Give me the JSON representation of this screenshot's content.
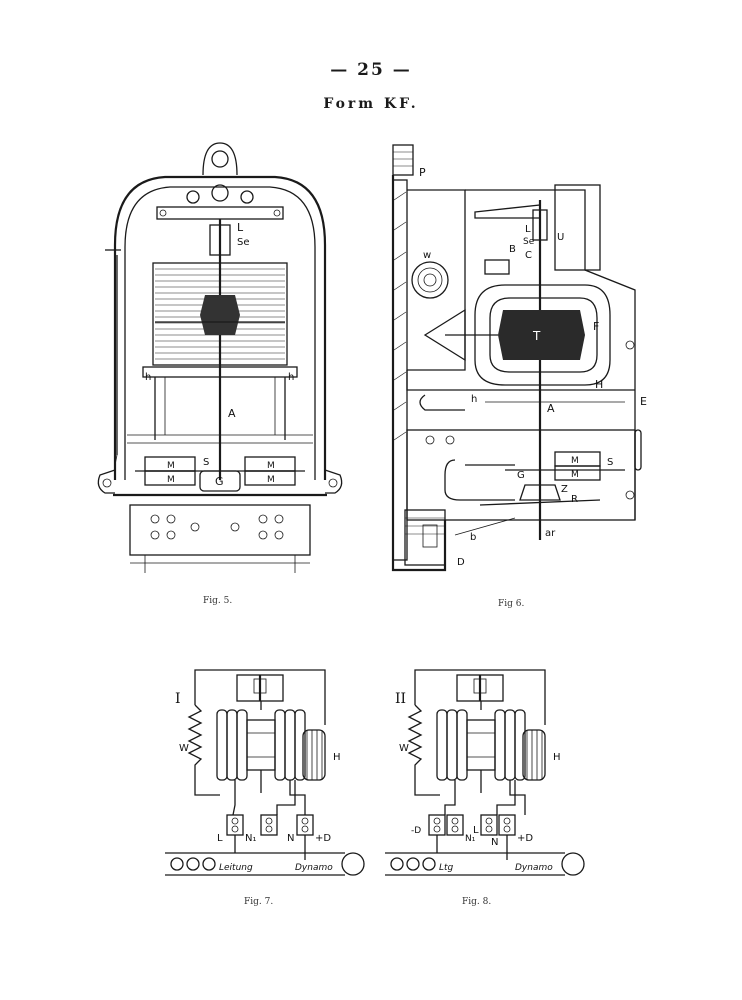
{
  "header": {
    "page_number": "— 25 —",
    "title": "Form KF."
  },
  "fig5": {
    "caption": "Fig. 5.",
    "labels": {
      "L": "L",
      "Se": "Se",
      "h_left": "h",
      "h_right": "h",
      "A": "A",
      "M1": "M",
      "M2": "M",
      "M3": "M",
      "M4": "M",
      "S": "S",
      "G": "G"
    }
  },
  "fig6": {
    "caption": "Fig 6.",
    "labels": {
      "P": "P",
      "L": "L",
      "Se": "Se",
      "C": "C",
      "B": "B",
      "U": "U",
      "w": "w",
      "T": "T",
      "F": "F",
      "H": "H",
      "h": "h",
      "A": "A",
      "E": "E",
      "G": "G",
      "M1": "M",
      "M2": "M",
      "S": "S",
      "Z": "Z",
      "R": "R",
      "b": "b",
      "ar": "ar",
      "D": "D"
    }
  },
  "fig7": {
    "caption": "Fig. 7.",
    "labels": {
      "numeral": "I",
      "W": "W",
      "H": "H",
      "L": "L",
      "N1": "N₁",
      "N": "N",
      "plusD": "+D",
      "leitung": "Leitung",
      "dynamo": "Dynamo"
    }
  },
  "fig8": {
    "caption": "Fig. 8.",
    "labels": {
      "numeral": "II",
      "W": "W",
      "H": "H",
      "minusD": "-D",
      "N1": "N₁",
      "L": "L",
      "N": "N",
      "plusD": "+D",
      "ltg": "Ltg",
      "dynamo": "Dynamo"
    }
  }
}
